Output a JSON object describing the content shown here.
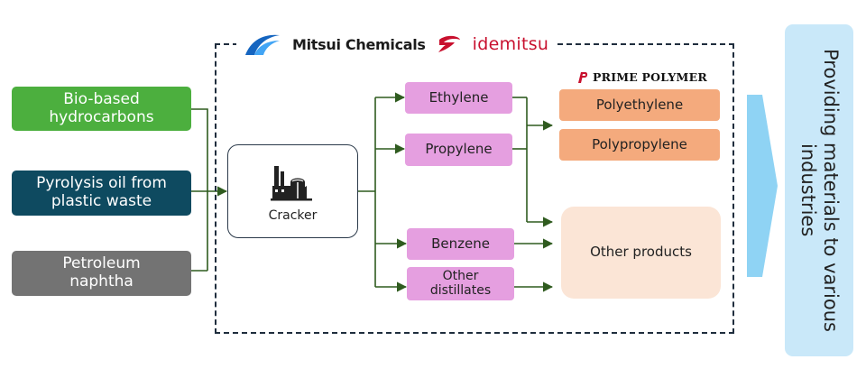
{
  "feedstocks": [
    {
      "label": "Bio-based hydrocarbons",
      "color": "#4caf3e"
    },
    {
      "label": "Pyrolysis oil from plastic waste",
      "color": "#0e4a60"
    },
    {
      "label": "Petroleum naphtha",
      "color": "#737373"
    }
  ],
  "logos": {
    "mitsui": "Mitsui Chemicals",
    "idemitsu": "idemitsu",
    "prime_polymer": "PRIME POLYMER"
  },
  "cracker": {
    "label": "Cracker",
    "icon": "factory-icon"
  },
  "products": {
    "ethylene": "Ethylene",
    "propylene": "Propylene",
    "benzene": "Benzene",
    "other_distillates": "Other distillates"
  },
  "polymers": {
    "polyethylene": "Polyethylene",
    "polypropylene": "Polypropylene"
  },
  "other_products": "Other products",
  "outcome": "Providing materials to various industries",
  "colors": {
    "line": "#2f5b1f",
    "product_purple": "#e59fe0",
    "polymer_orange": "#f4aa7d",
    "other_products_bg": "#fbe5d6",
    "outcome_bg": "#c9e8f9",
    "outcome_arrow": "#8fd3f4"
  }
}
